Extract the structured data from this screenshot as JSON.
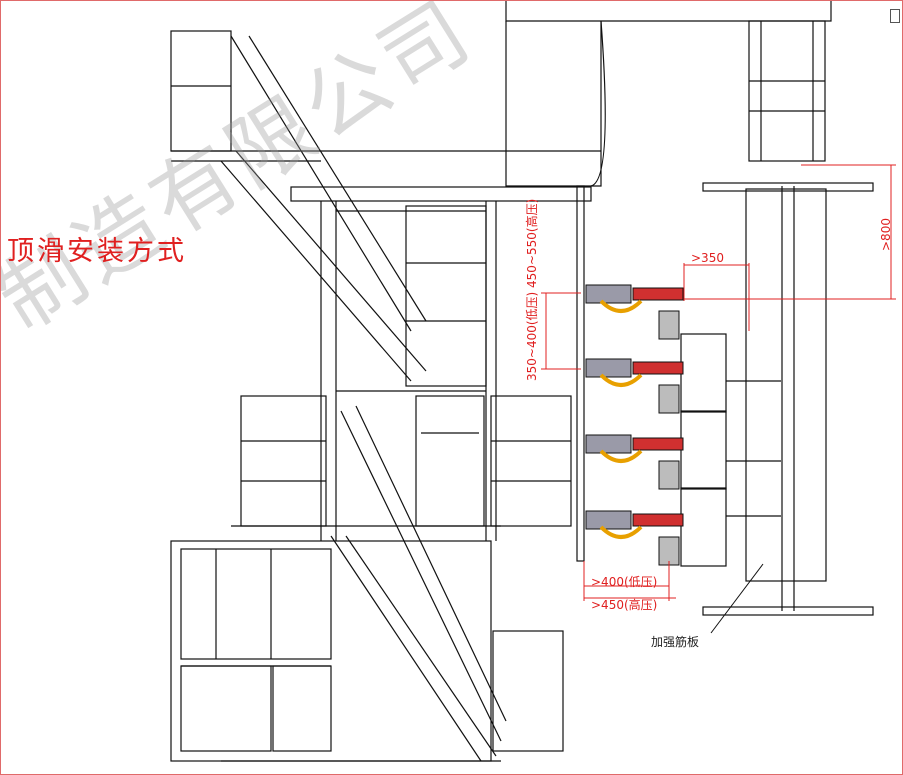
{
  "title": "顶滑安装方式",
  "watermark": "制造有限公司",
  "dimensions": {
    "top_gap": ">800",
    "horizontal_gap": ">350",
    "vertical_spacing": "350~400(低压)  450~550(高压)",
    "bottom_low": ">400(低压)",
    "bottom_high": ">450(高压)"
  },
  "callout": "加强筋板",
  "colors": {
    "line": "#111111",
    "dimension": "#e02020",
    "pipe": "#e8a000",
    "accent_blue": "#1030d0"
  }
}
